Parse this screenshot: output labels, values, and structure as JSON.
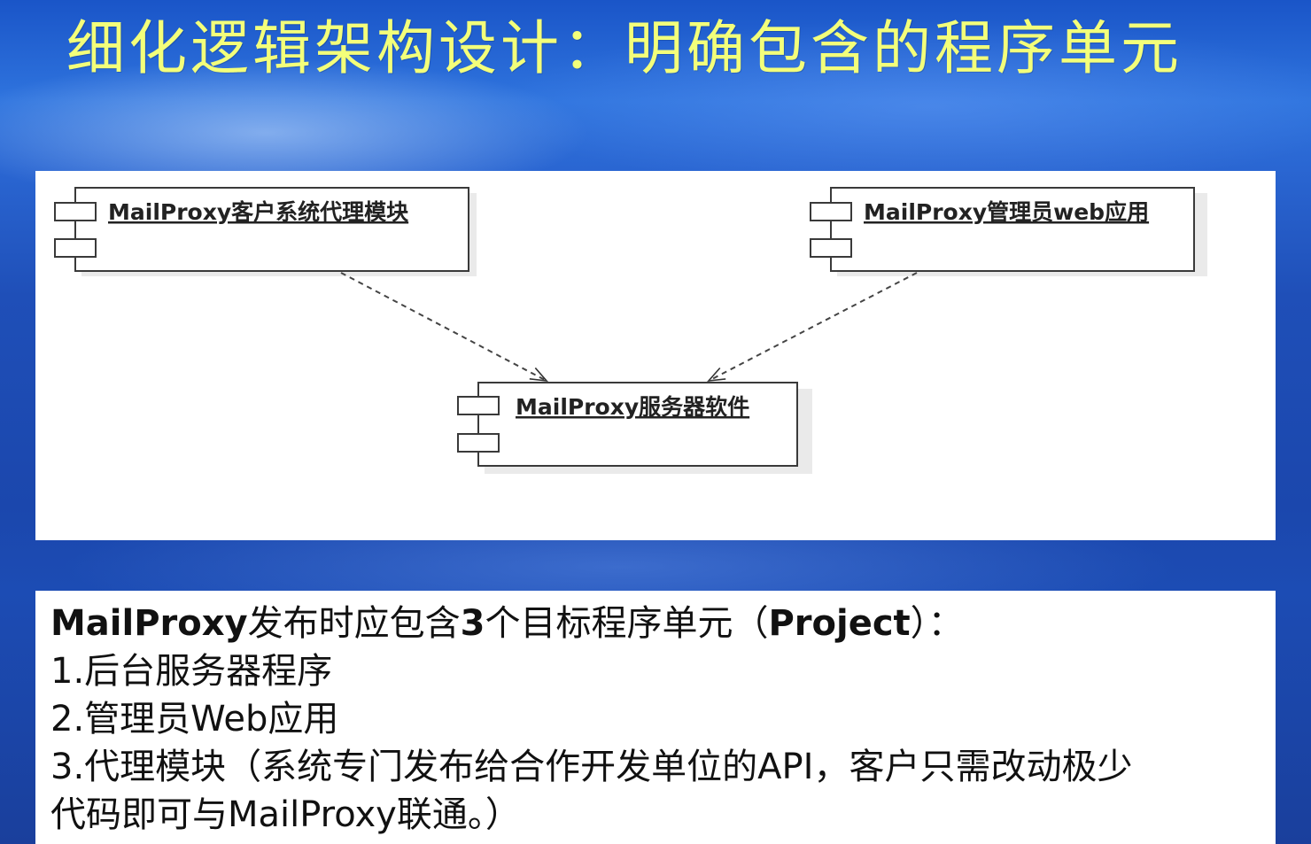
{
  "slide": {
    "title": "细化逻辑架构设计：明确包含的程序单元"
  },
  "diagram": {
    "components": {
      "client_agent": "MailProxy客户系统代理模块",
      "admin_web": "MailProxy管理员web应用",
      "server": "MailProxy服务器软件"
    },
    "dependencies": [
      {
        "from": "client_agent",
        "to": "server",
        "style": "dashed"
      },
      {
        "from": "admin_web",
        "to": "server",
        "style": "dashed"
      }
    ]
  },
  "notes": {
    "intro_bold_1": "MailProxy",
    "intro_regular_1": "发布时应包含",
    "intro_bold_2": "3",
    "intro_regular_2": "个目标程序单元（",
    "intro_bold_3": "Project",
    "intro_regular_3": "）：",
    "item_1": "1.后台服务器程序",
    "item_2": "2.管理员Web应用",
    "item_3_line1": "3.代理模块（系统专门发布给合作开发单位的API，客户只需改动极少",
    "item_3_line2": "代码即可与MailProxy联通。）"
  }
}
